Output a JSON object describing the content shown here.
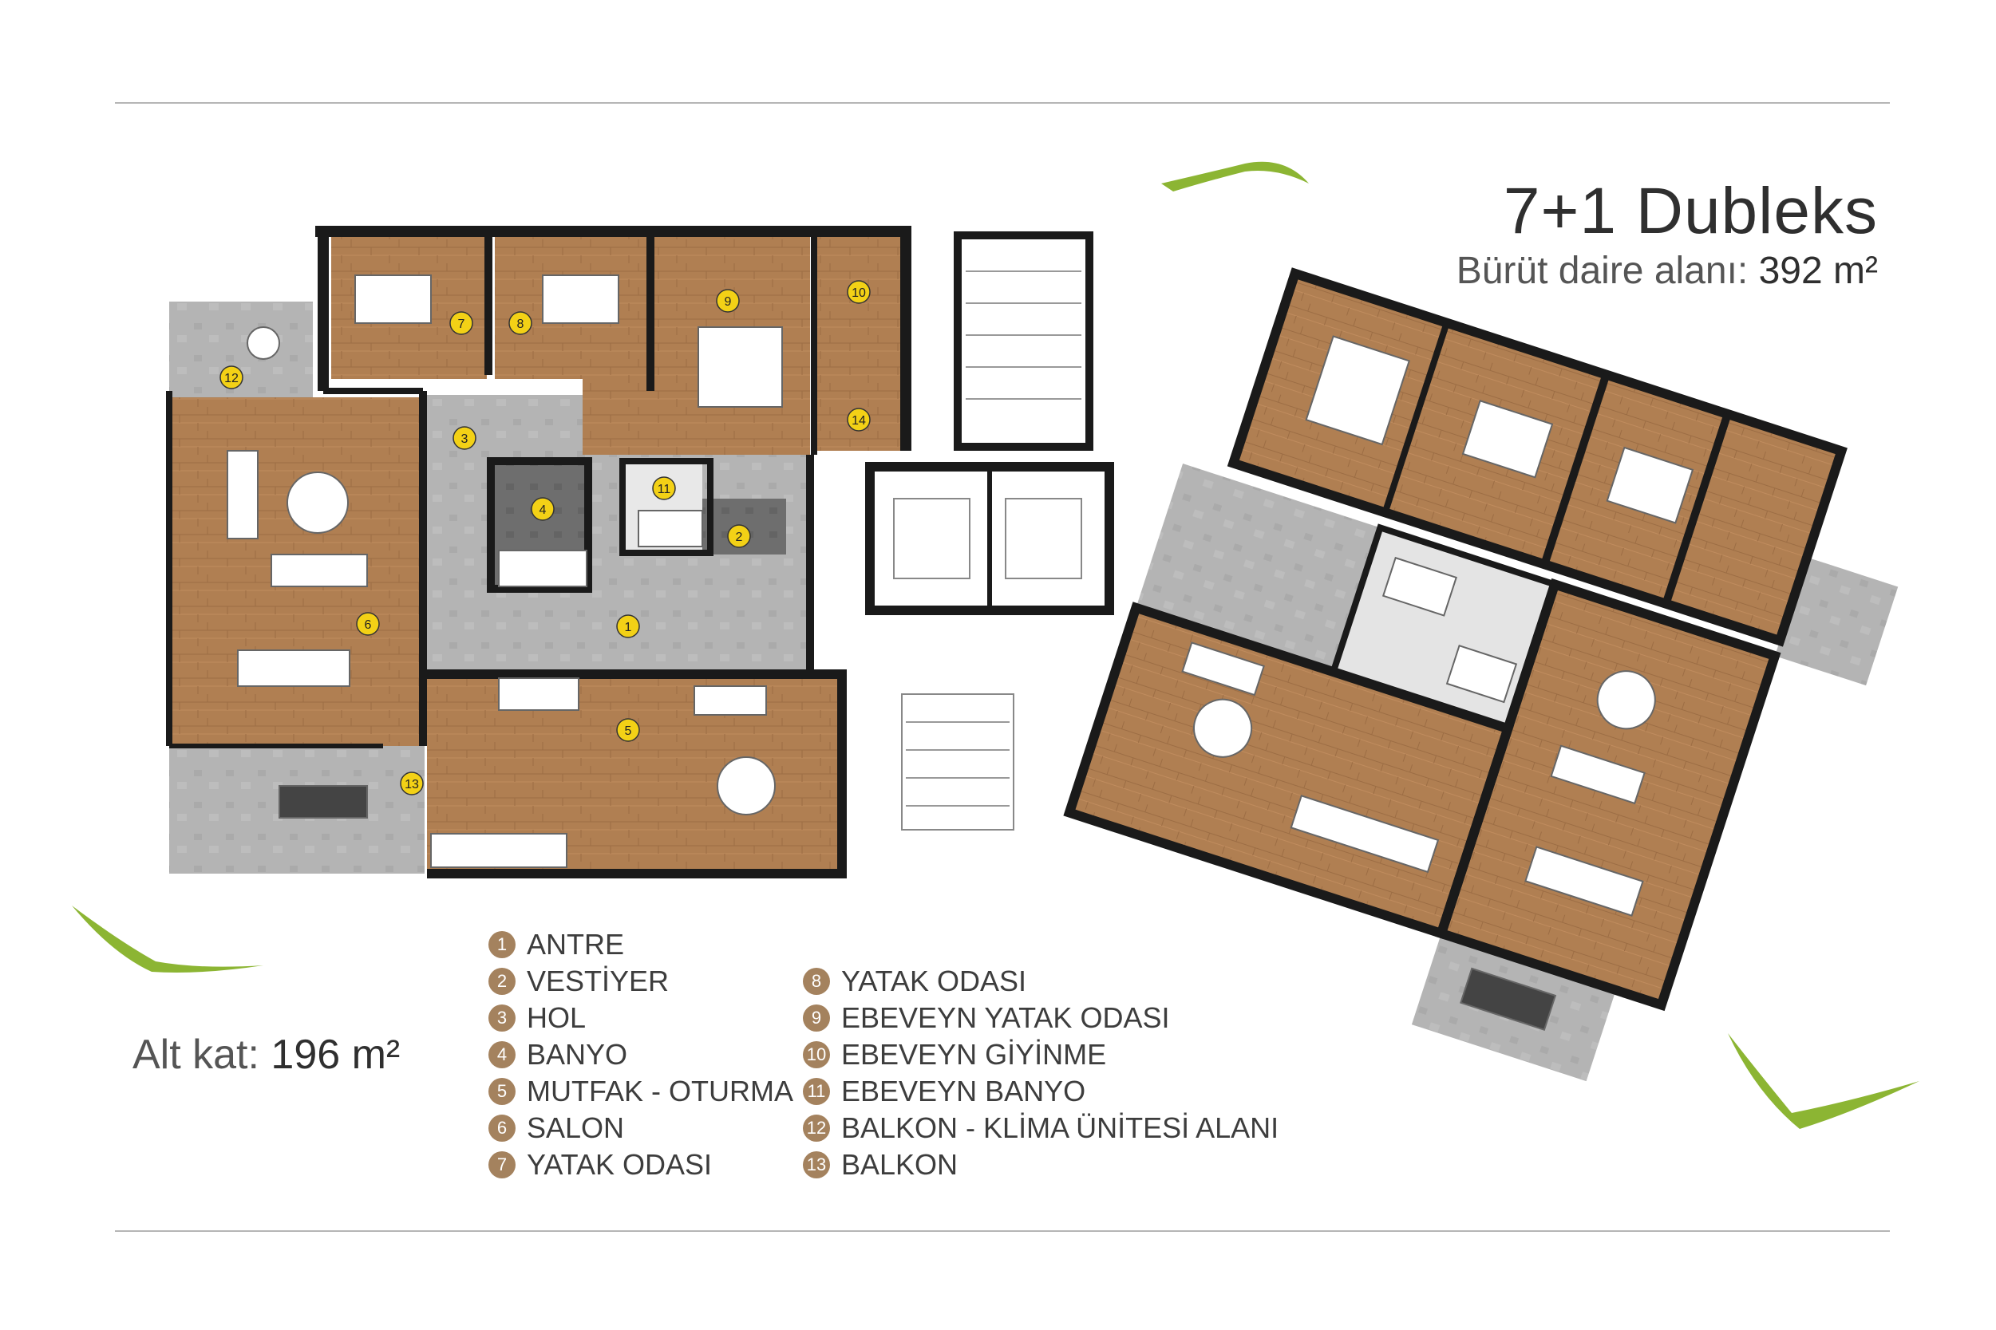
{
  "header": {
    "title": "7+1 Dubleks",
    "subtitle_label": "Bürüt daire alanı:",
    "subtitle_area": "392 m²"
  },
  "floor_area": {
    "label": "Alt kat:",
    "area": "196 m²"
  },
  "legend_col1": [
    {
      "num": "1",
      "label": "ANTRE"
    },
    {
      "num": "2",
      "label": "VESTİYER"
    },
    {
      "num": "3",
      "label": "HOL"
    },
    {
      "num": "4",
      "label": "BANYO"
    },
    {
      "num": "5",
      "label": "MUTFAK - OTURMA"
    },
    {
      "num": "6",
      "label": "SALON"
    },
    {
      "num": "7",
      "label": "YATAK ODASI"
    }
  ],
  "legend_col2": [
    {
      "num": "8",
      "label": "YATAK ODASI"
    },
    {
      "num": "9",
      "label": "EBEVEYN YATAK ODASI"
    },
    {
      "num": "10",
      "label": "EBEVEYN GİYİNME"
    },
    {
      "num": "11",
      "label": "EBEVEYN BANYO"
    },
    {
      "num": "12",
      "label": "BALKON - KLİMA ÜNİTESİ ALANI"
    },
    {
      "num": "13",
      "label": "BALKON"
    }
  ],
  "room_markers": {
    "m1": "1",
    "m2": "2",
    "m3": "3",
    "m4": "4",
    "m5": "5",
    "m6": "6",
    "m7": "7",
    "m8": "8",
    "m9": "9",
    "m10": "10",
    "m11": "11",
    "m12": "12",
    "m13": "13",
    "m14": "14"
  },
  "colors": {
    "wood": "#b07f52",
    "tile": "#b4b4b4",
    "wall": "#1a1a1a",
    "marker": "#f3d116",
    "legend_badge": "#a4825e",
    "leaf": "#8cb533"
  }
}
